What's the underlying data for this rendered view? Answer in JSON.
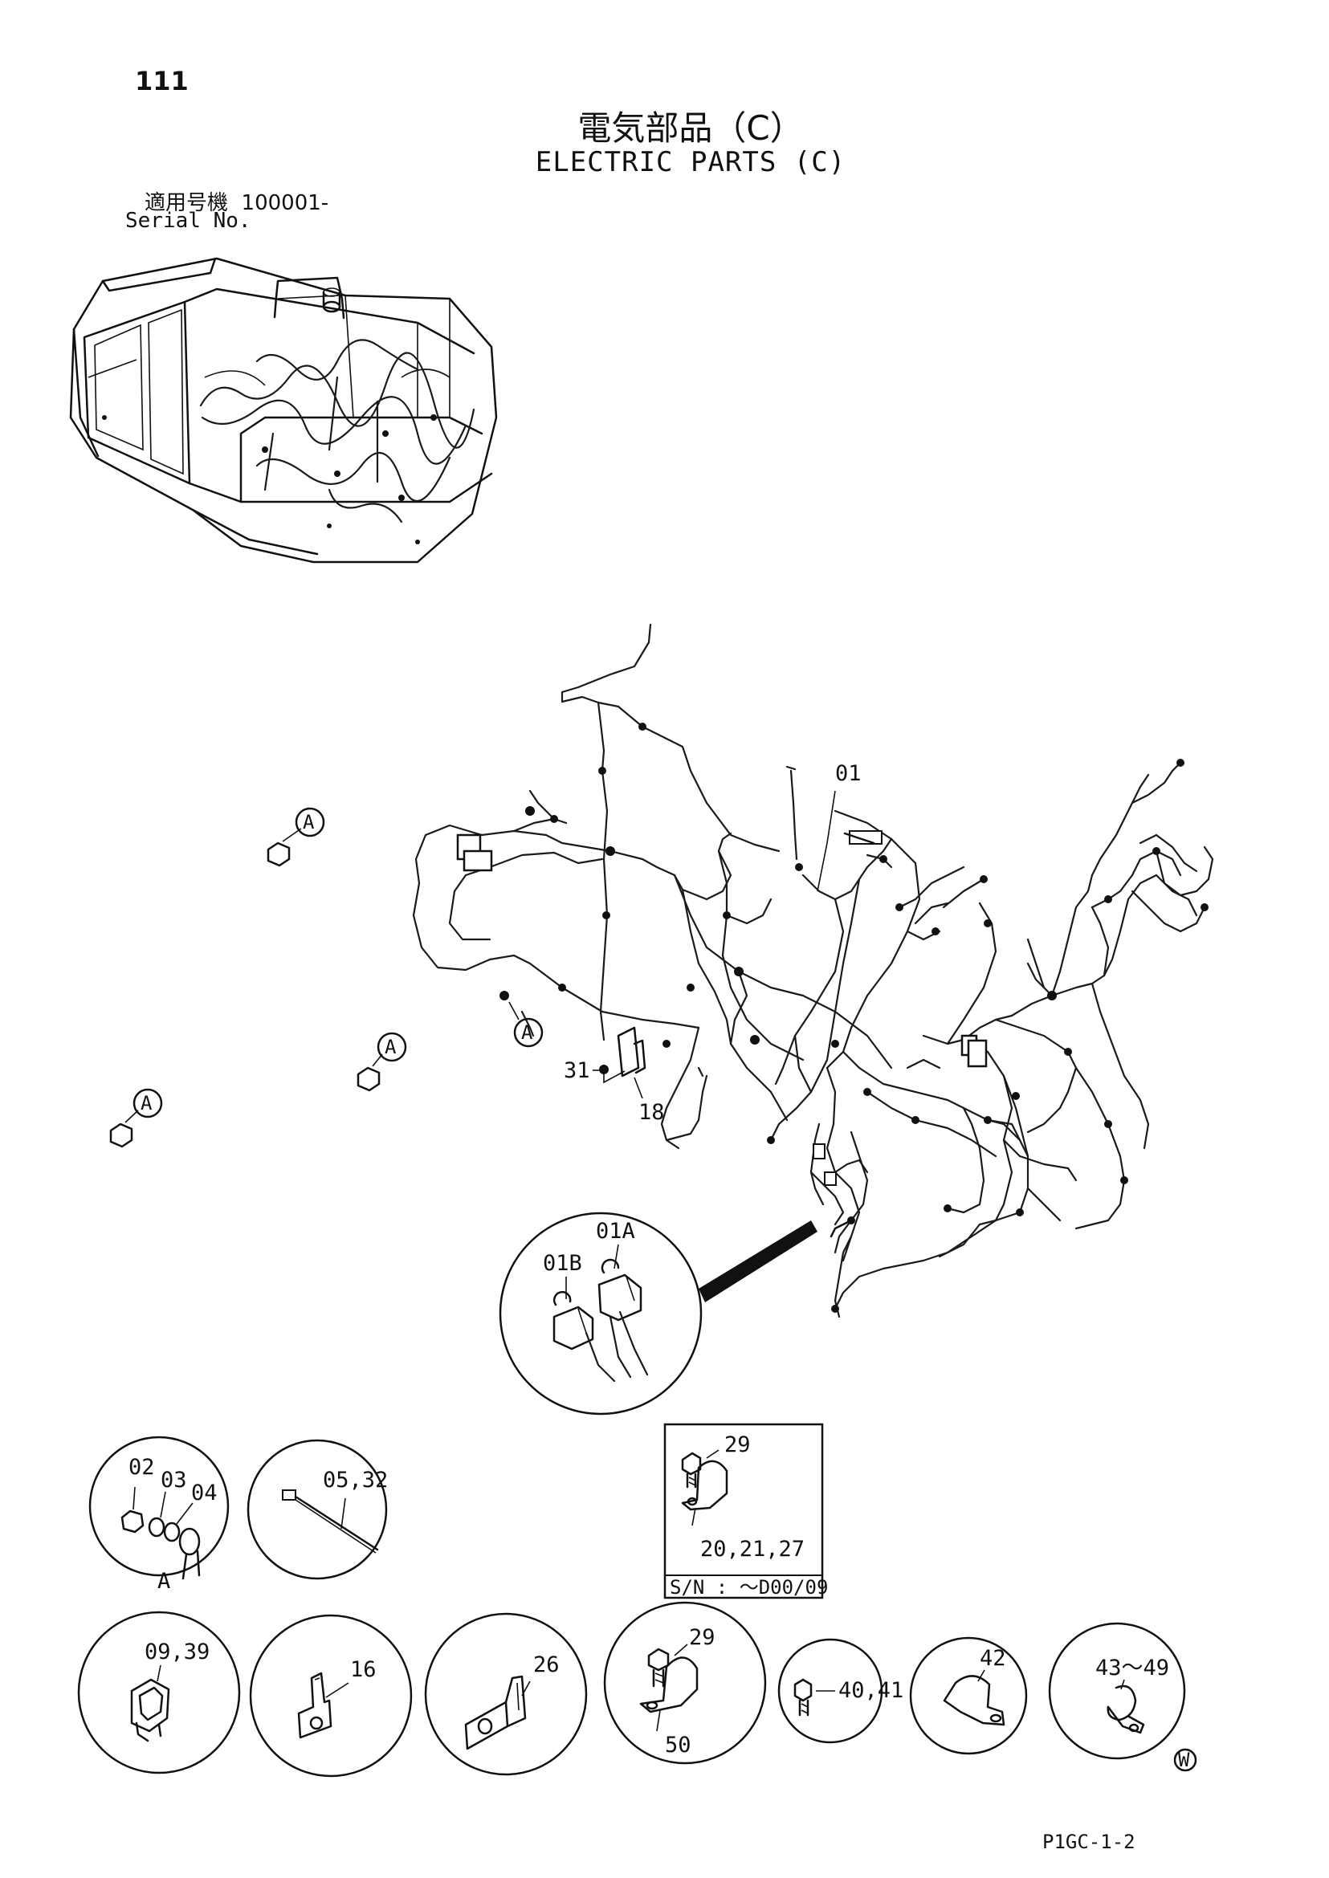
{
  "page": {
    "number": "111",
    "title_jp": "電気部品（C）",
    "title_en": "ELECTRIC PARTS (C)",
    "serial_label_jp": "適用号機",
    "serial_value": "100001-",
    "serial_label_en": "Serial No.",
    "drawing_code": "P1GC-1-2"
  },
  "callouts": {
    "harness": "01",
    "ref_a": "A",
    "bolt": "31",
    "bracket": "18",
    "detail_01b": "01B",
    "detail_01a": "01A"
  },
  "details": {
    "nut_set": {
      "labels": [
        "02",
        "03",
        "04"
      ],
      "ref": "A"
    },
    "cable_tie": {
      "label": "05,32"
    },
    "clamp_box": {
      "bolt": "29",
      "clamp": "20,21,27",
      "serial_note": "S/N : ～D00/09"
    },
    "holder": {
      "label": "09,39"
    },
    "plate_16": {
      "label": "16"
    },
    "bracket_26": {
      "label": "26"
    },
    "clamp_set": {
      "bolt": "29",
      "clamp": "50"
    },
    "bolt_set": {
      "label": "40,41"
    },
    "clamp_42": {
      "label": "42"
    },
    "clamp_43": {
      "label": "43～49"
    },
    "marker": "W"
  },
  "icons": [
    "excavator-cab-icon",
    "nut-icon",
    "cable-tie-icon",
    "clamp-icon",
    "bolt-icon",
    "bracket-icon",
    "connector-icon"
  ]
}
